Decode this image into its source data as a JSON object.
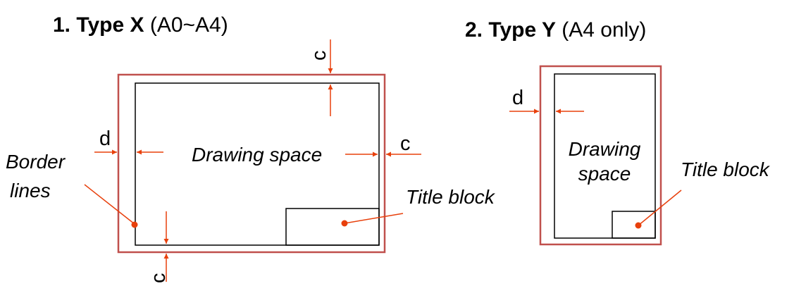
{
  "type_x": {
    "heading_bold": "1. Type X",
    "heading_normal": " (A0~A4)",
    "drawing_space": "Drawing space",
    "title_block": "Title block",
    "border_lines_1": "Border",
    "border_lines_2": "lines",
    "dim_c_top": "c",
    "dim_c_right": "c",
    "dim_c_bottom": "c",
    "dim_d": "d"
  },
  "type_y": {
    "heading_bold": "2. Type Y",
    "heading_normal": " (A4 only)",
    "drawing_space_1": "Drawing",
    "drawing_space_2": "space",
    "title_block": "Title block",
    "dim_d": "d"
  },
  "colors": {
    "border": "#c0504d",
    "arrow": "#e8400c",
    "frame": "#000000"
  }
}
